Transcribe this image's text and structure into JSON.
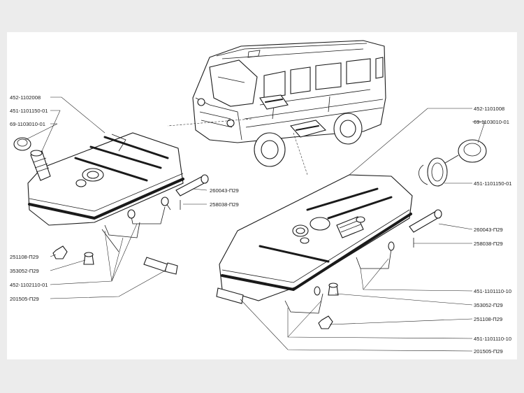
{
  "labels": {
    "left_tank_filler_cap": "452-1102008",
    "left_tank_gasket": "451-1101150-01",
    "left_tank_filler_neck": "69-1103010-01",
    "left_pin_upper": "260043-П29",
    "left_cotter_upper": "258038-П29",
    "left_nut": "251108-П29",
    "left_washer": "353052-П29",
    "left_bracket": "452-1102110-01",
    "left_bolt": "201505-П29",
    "right_tank": "452-1101008",
    "right_filler_neck": "69-1103010-01",
    "right_gasket": "451-1101150-01",
    "right_pin": "260043-П29",
    "right_cotter": "258038-П29",
    "right_bracket_upper": "451-1101110-10",
    "right_washer": "353052-П29",
    "right_nut": "251108-П29",
    "right_bracket_lower": "451-1101110-10",
    "right_bolt": "201505-П29"
  }
}
